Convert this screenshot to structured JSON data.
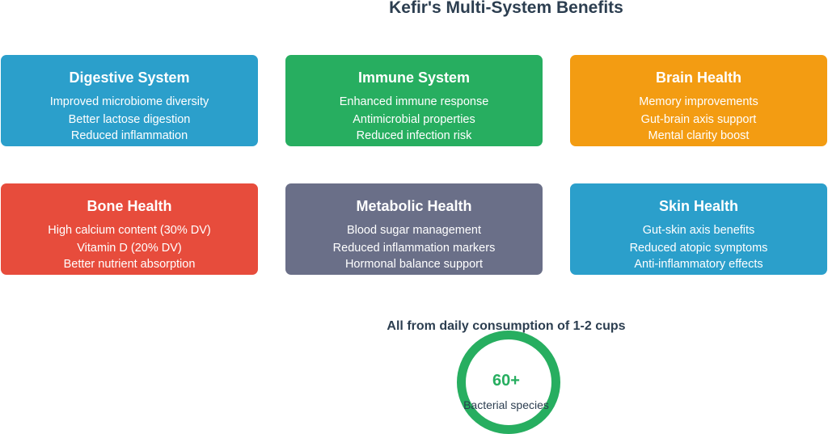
{
  "title": "Kefir's Multi-System Benefits",
  "cards": [
    {
      "title": "Digestive System",
      "color": "#2b9fcb",
      "items": [
        "Improved microbiome diversity",
        "Better lactose digestion",
        "Reduced inflammation"
      ]
    },
    {
      "title": "Immune System",
      "color": "#27ae60",
      "items": [
        "Enhanced immune response",
        "Antimicrobial properties",
        "Reduced infection risk"
      ]
    },
    {
      "title": "Brain Health",
      "color": "#f39c12",
      "items": [
        "Memory improvements",
        "Gut-brain axis support",
        "Mental clarity boost"
      ]
    },
    {
      "title": "Bone Health",
      "color": "#e74c3c",
      "items": [
        "High calcium content (30% DV)",
        "Vitamin D (20% DV)",
        "Better nutrient absorption"
      ]
    },
    {
      "title": "Metabolic Health",
      "color": "#6a6f88",
      "items": [
        "Blood sugar management",
        "Reduced inflammation markers",
        "Hormonal balance support"
      ]
    },
    {
      "title": "Skin Health",
      "color": "#2b9fcb",
      "items": [
        "Gut-skin axis benefits",
        "Reduced atopic symptoms",
        "Anti-inflammatory effects"
      ]
    }
  ],
  "footer": "All from daily consumption of 1-2 cups",
  "stat": {
    "value": "60+",
    "label": "Bacterial species",
    "color": "#27ae60"
  }
}
